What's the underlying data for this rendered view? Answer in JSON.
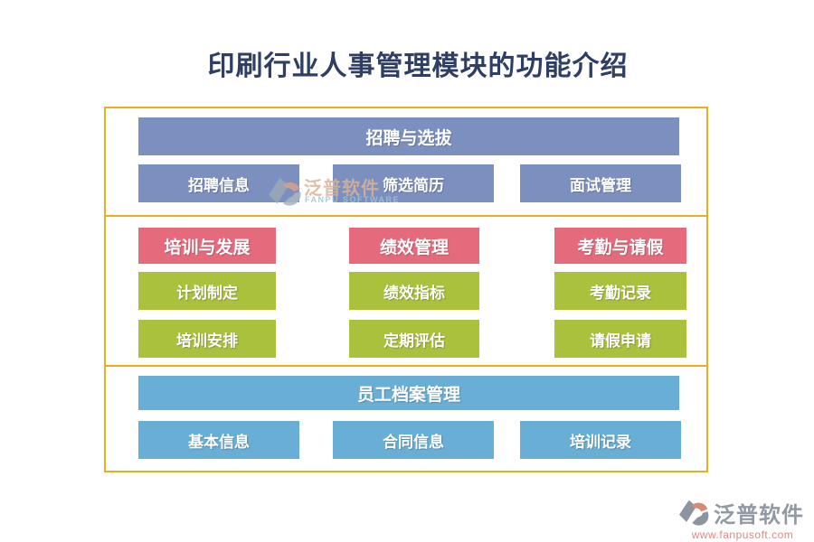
{
  "title": "印刷行业人事管理模块的功能介绍",
  "colors": {
    "title_text": "#2F3E63",
    "frame_border": "#EDAD21",
    "recruitment_blue": "#7C90C0",
    "header_pink": "#E56B7C",
    "item_green": "#AAC13D",
    "archive_light_blue": "#69AFD5"
  },
  "sections": {
    "recruitment": {
      "header": "招聘与选拔",
      "items": [
        "招聘信息",
        "筛选简历",
        "面试管理"
      ]
    },
    "middle_columns": [
      {
        "header": "培训与发展",
        "items": [
          "计划制定",
          "培训安排"
        ]
      },
      {
        "header": "绩效管理",
        "items": [
          "绩效指标",
          "定期评估"
        ]
      },
      {
        "header": "考勤与请假",
        "items": [
          "考勤记录",
          "请假申请"
        ]
      }
    ],
    "archive": {
      "header": "员工档案管理",
      "items": [
        "基本信息",
        "合同信息",
        "培训记录"
      ]
    }
  },
  "watermark": {
    "cn": "泛普软件",
    "en": "FANPU SOFTWARE"
  },
  "footer_logo": {
    "name": "泛普软件",
    "url": "www.fanpusoft.com"
  }
}
